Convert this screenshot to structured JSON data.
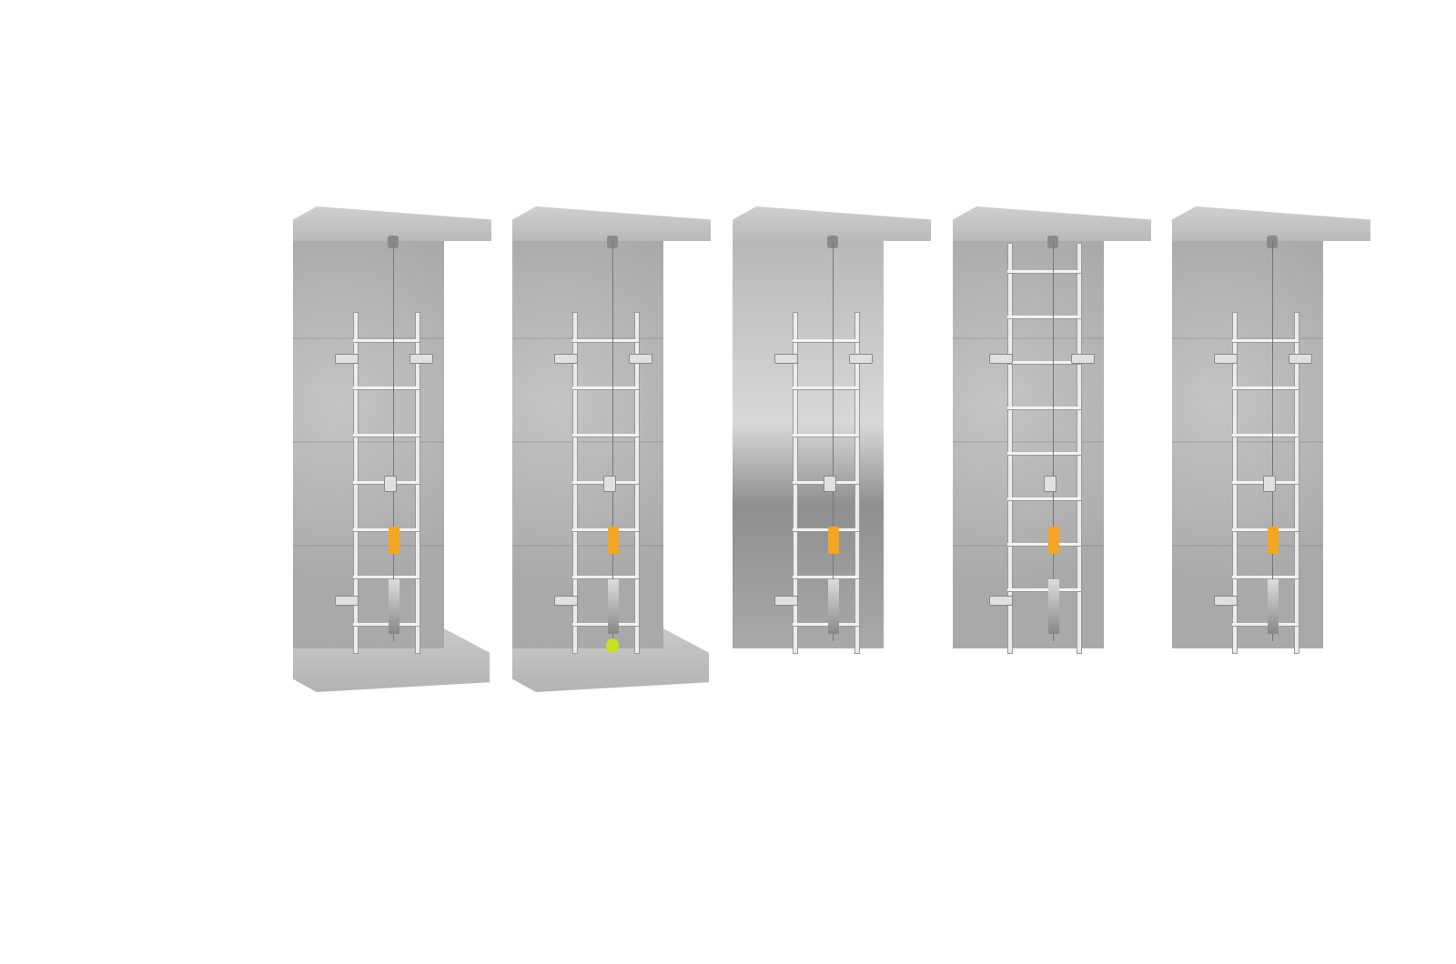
{
  "colors": {
    "concrete": "#b4b4b4",
    "steel": "#b9b9b9",
    "absorber": "#f5a623",
    "carabiner": "#c8e021",
    "rail": "#ececec"
  },
  "panels": [
    {
      "wall": "concrete",
      "floor": true,
      "ladder": "rung",
      "carabiner": false
    },
    {
      "wall": "concrete",
      "floor": true,
      "ladder": "rung",
      "carabiner": true
    },
    {
      "wall": "steel",
      "floor": false,
      "ladder": "rung",
      "carabiner": false
    },
    {
      "wall": "concrete",
      "floor": false,
      "ladder": "wide",
      "carabiner": false
    },
    {
      "wall": "concrete",
      "floor": false,
      "ladder": "rung",
      "carabiner": false
    }
  ]
}
